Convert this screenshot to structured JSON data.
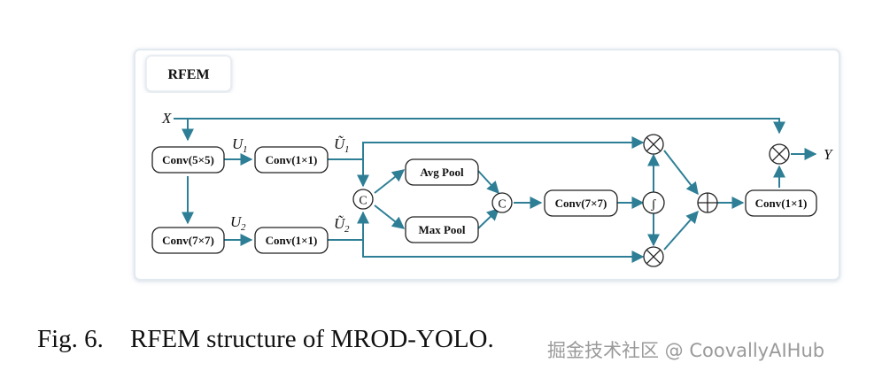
{
  "diagram": {
    "module_title": "RFEM",
    "variables": {
      "x": "X",
      "y": "Y",
      "u1": "U",
      "u1_sub": "1",
      "u2": "U",
      "u2_sub": "2",
      "u1_tilde": "Ũ",
      "u1_tilde_sub": "1",
      "u2_tilde": "Ũ",
      "u2_tilde_sub": "2"
    },
    "blocks": {
      "conv5x5": "Conv(5×5)",
      "conv7x7_branch": "Conv(7×7)",
      "conv1x1_top": "Conv(1×1)",
      "conv1x1_bottom": "Conv(1×1)",
      "avg_pool": "Avg Pool",
      "max_pool": "Max Pool",
      "conv7x7_attn": "Conv(7×7)",
      "conv1x1_out": "Conv(1×1)"
    },
    "operators": {
      "concat1": "C",
      "concat2": "C",
      "sigmoid": "ʃ",
      "mult_top": "⊗",
      "mult_bottom": "⊗",
      "add": "⊕",
      "mult_out": "⊗"
    },
    "colors": {
      "arrow": "#2e7f96",
      "frame_border": "#dfe6ee",
      "box_border": "#222222"
    }
  },
  "caption": {
    "label": "Fig. 6.",
    "text": "RFEM structure of MROD-YOLO."
  },
  "watermark": "掘金技术社区 @ CoovallyAIHub"
}
